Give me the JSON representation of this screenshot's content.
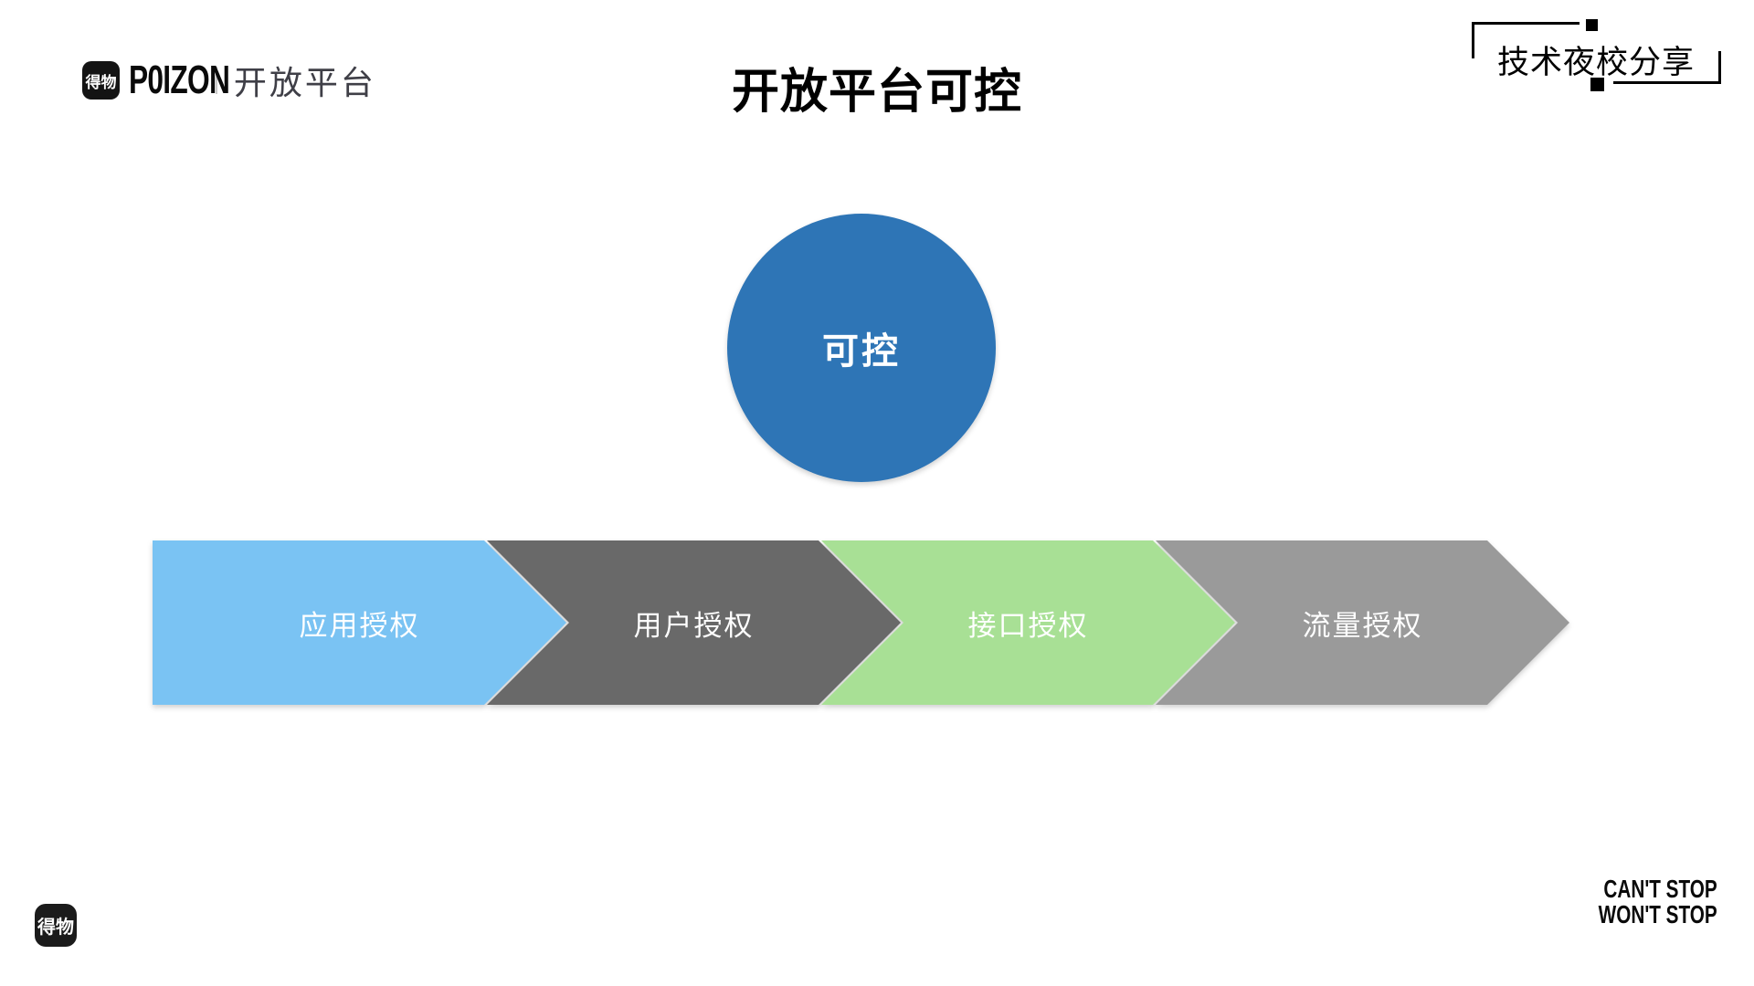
{
  "page": {
    "background": "#ffffff"
  },
  "header": {
    "brand": {
      "icon_text": "得物",
      "logotype": "P0IZON",
      "platform": "开放平台"
    },
    "title": "开放平台可控",
    "badge": "技术夜校分享"
  },
  "diagram": {
    "circle": {
      "label": "可控",
      "color": "#2e75b6"
    },
    "arrows": [
      {
        "label": "应用授权",
        "color": "#7ac3f3"
      },
      {
        "label": "用户授权",
        "color": "#696969"
      },
      {
        "label": "接口授权",
        "color": "#a8e095"
      },
      {
        "label": "流量授权",
        "color": "#9a9a9a"
      }
    ]
  },
  "footer": {
    "icon_text": "得物",
    "slogan_line1": "CAN'T STOP",
    "slogan_line2": "WON'T STOP"
  }
}
